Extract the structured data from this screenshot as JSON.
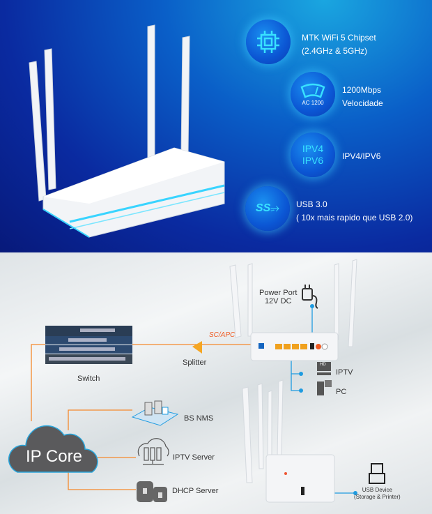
{
  "features": [
    {
      "icon": "chip-icon",
      "line1": "MTK WiFi 5 Chipset",
      "line2": "(2.4GHz & 5GHz)"
    },
    {
      "icon": "speedometer-icon",
      "badge": "AC 1200",
      "line1": "1200Mbps",
      "line2": "Velocidade"
    },
    {
      "icon": "ip-icon",
      "badge1": "IPV4",
      "badge2": "IPV6",
      "line1": "IPV4/IPV6"
    },
    {
      "icon": "usb-ss-icon",
      "badge": "SS",
      "line1": "USB 3.0",
      "line2": "( 10x mais rapido que USB 2.0)"
    }
  ],
  "diagram": {
    "power_port": "Power Port",
    "power_voltage": "12V DC",
    "sc_apc": "SC/APC",
    "splitter": "Splitter",
    "switch": "Switch",
    "iptv": "IPTV",
    "hd": "HD",
    "pc": "PC",
    "bs_nms": "BS NMS",
    "iptv_server": "IPTV Server",
    "dhcp_server": "DHCP Server",
    "ip_core": "IP Core",
    "usb_device": "USB Device",
    "usb_device_sub": "(Storage & Printer)"
  },
  "colors": {
    "orange": "#f5892c",
    "blue": "#1e9be0",
    "cyan": "#38e1ff"
  }
}
